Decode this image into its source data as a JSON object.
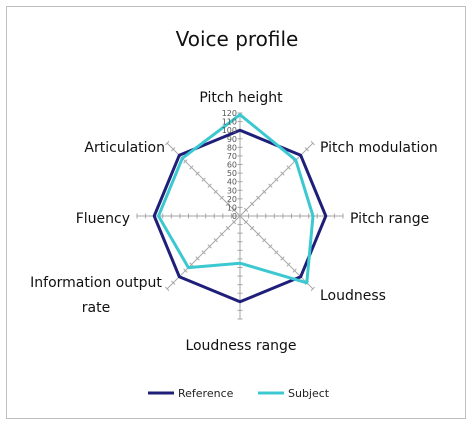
{
  "chart_data": {
    "type": "radar",
    "title": "Voice profile",
    "categories": [
      "Pitch height",
      "Pitch modulation",
      "Pitch range",
      "Loudness",
      "Loudness range",
      "Information output rate",
      "Fluency",
      "Articulation"
    ],
    "category_lines": [
      [
        "Pitch height"
      ],
      [
        "Pitch modulation"
      ],
      [
        "Pitch range"
      ],
      [
        "Loudness"
      ],
      [
        "Loudness range"
      ],
      [
        "Information output",
        "rate"
      ],
      [
        "Fluency"
      ],
      [
        "Articulation"
      ]
    ],
    "r_ticks": [
      0,
      10,
      20,
      30,
      40,
      50,
      60,
      70,
      80,
      90,
      100,
      110,
      120
    ],
    "r_range": [
      0,
      120
    ],
    "series": [
      {
        "name": "Reference",
        "color": "#1f1f7a",
        "values": [
          100,
          100,
          100,
          100,
          100,
          100,
          100,
          100
        ]
      },
      {
        "name": "Subject",
        "color": "#3cc8d0",
        "values": [
          118,
          92,
          85,
          110,
          55,
          85,
          95,
          95
        ]
      }
    ],
    "legend_position": "bottom",
    "grid": true
  }
}
